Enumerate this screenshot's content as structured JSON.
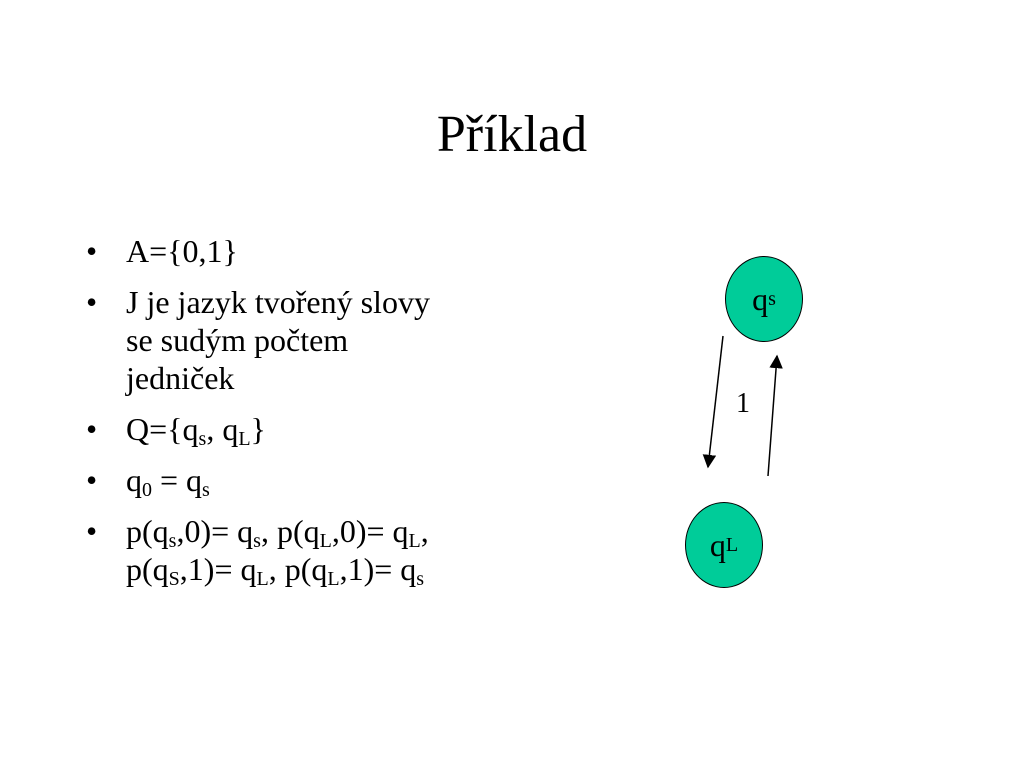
{
  "title": "Příklad",
  "bullets": {
    "b1": "A={0,1}",
    "b2_line1": "J je jazyk tvořený slovy",
    "b2_line2": "se sudým počtem",
    "b2_line3": "jedniček",
    "b3_prefix": "Q={q",
    "b3_sub1": "s",
    "b3_mid": ", q",
    "b3_sub2": "L",
    "b3_suffix": "}",
    "b4_q": "q",
    "b4_sub1": "0",
    "b4_mid": " = q",
    "b4_sub2": "s",
    "b5_a1": "p(q",
    "b5_s1": "s",
    "b5_a2": ",0)= q",
    "b5_s2": "s",
    "b5_a3": ", p(q",
    "b5_s3": "L",
    "b5_a4": ",0)= q",
    "b5_s4": "L",
    "b5_a5": ",",
    "b5_b1": "p(q",
    "b5_s5": "S",
    "b5_b2": ",1)= q",
    "b5_s6": "L",
    "b5_b3": ", p(q",
    "b5_s7": "L",
    "b5_b4": ",1)= q",
    "b5_s8": "s",
    "bullet_symbol": "•"
  },
  "diagram": {
    "node_qs_main": "q",
    "node_qs_sub": "s",
    "node_ql_main": "q",
    "node_ql_sub": "L",
    "edge_label": "1",
    "node_color": "#00CC99"
  }
}
